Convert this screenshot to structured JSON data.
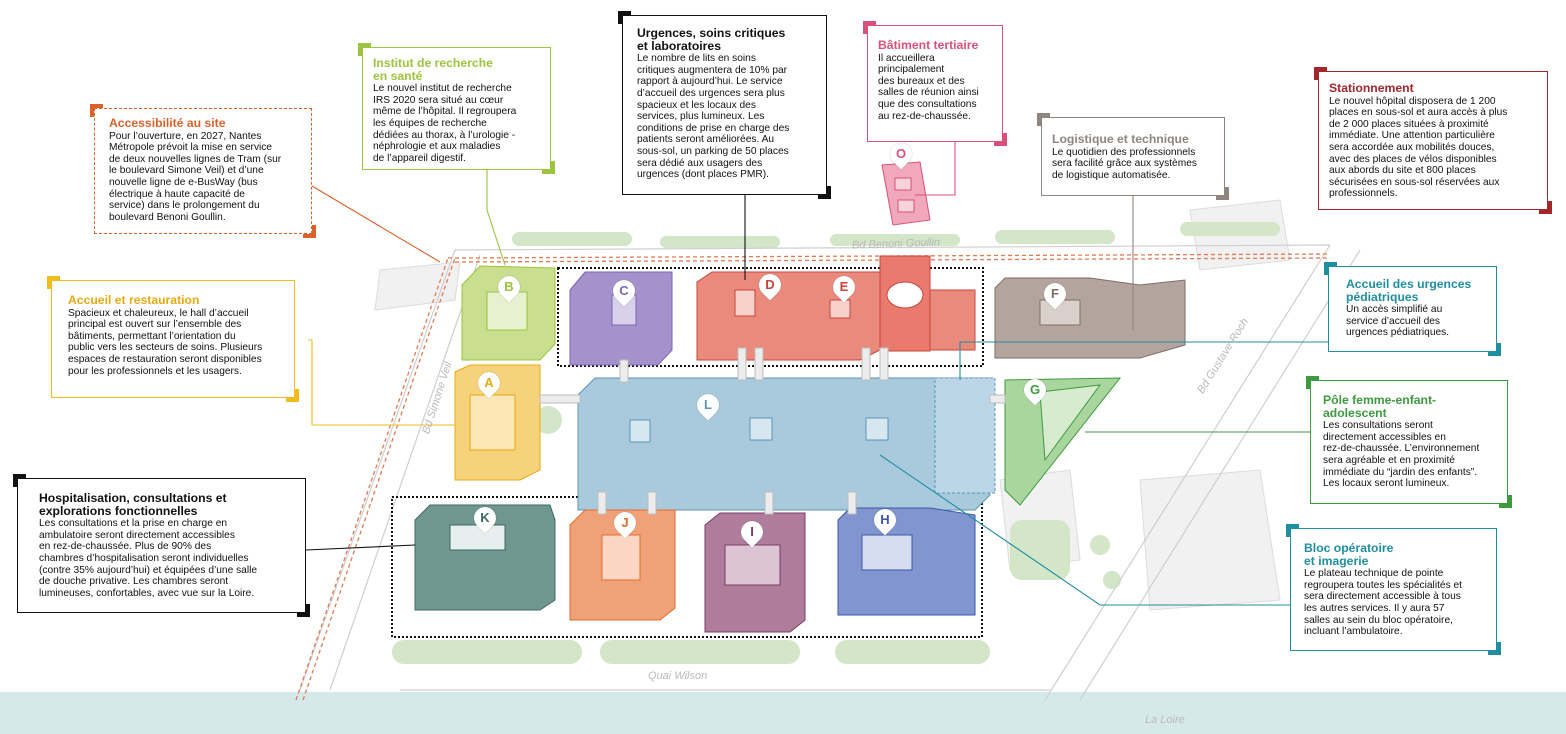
{
  "callouts": {
    "accessibilite": {
      "title": "Accessibilité au site",
      "text": "Pour l’ouverture, en 2027, Nantes\nMétropole prévoit la mise en service\nde deux nouvelles lignes de Tram (sur\nle boulevard Simone Veil) et d’une\nnouvelle ligne de e-BusWay (bus\nélectrique à haute capacité de\nservice) dans le prolongement du\nboulevard Benoni Goullin."
    },
    "institut": {
      "title": "Institut de recherche\nen santé",
      "text": "Le nouvel institut de recherche\nIRS 2020 sera situé au cœur\nmême de l’hôpital. Il regroupera\nles équipes de recherche\ndédiées au thorax, à l’urologie -\nnéphrologie et aux maladies\nde l’appareil digestif."
    },
    "urgences": {
      "title": "Urgences, soins critiques\net laboratoires",
      "text": "Le nombre de lits en soins\ncritiques augmentera de 10% par\nrapport à aujourd’hui. Le service\nd’accueil des urgences sera plus\nspacieux et les locaux des\nservices, plus lumineux. Les\nconditions de prise en charge des\npatients seront améliorées. Au\nsous-sol, un parking de 50 places\nsera dédié aux usagers des\nurgences (dont places PMR)."
    },
    "tertiaire": {
      "title": "Bâtiment tertiaire",
      "text": "Il accueillera\nprincipalement\ndes bureaux et des\nsalles de réunion ainsi\nque des consultations\nau rez-de-chaussée."
    },
    "logistique": {
      "title": "Logistique et technique",
      "text": "Le quotidien des professionnels\nsera facilité grâce aux systèmes\nde logistique automatisée."
    },
    "stationnement": {
      "title": "Stationnement",
      "text": "Le nouvel hôpital disposera de 1 200\nplaces en sous-sol et aura accès à plus\nde 2 000 places situées à proximité\nimmédiate. Une attention particulière\nsera accordée aux mobilités douces,\navec des places de vélos disponibles\naux abords du site et 800 places\nsécurisées en sous-sol réservées aux\nprofessionnels."
    },
    "accueil": {
      "title": "Accueil et restauration",
      "text": "Spacieux et chaleureux, le hall d’accueil\nprincipal est ouvert sur l’ensemble des\nbâtiments, permettant l’orientation du\npublic vers les secteurs de soins. Plusieurs\nespaces de restauration seront disponibles\npour les professionnels et les usagers."
    },
    "pediatriques": {
      "title": "Accueil des urgences\npédiatriques",
      "text": "Un accès simplifié au\nservice d’accueil des\nurgences pédiatriques."
    },
    "femme": {
      "title": "Pôle femme-enfant-\nadolescent",
      "text": "Les consultations seront\ndirectement accessibles en\nrez-de-chaussée. L’environnement\nsera agréable et en proximité\nimmédiate du “jardin des enfants”.\nLes locaux seront lumineux."
    },
    "hospitalisation": {
      "title": "Hospitalisation, consultations et\nexplorations fonctionnelles",
      "text": "Les consultations et la prise en charge en\nambulatoire seront directement accessibles\nen rez-de-chaussée. Plus de 90% des\nchambres d’hospitalisation seront individuelles\n(contre 35% aujourd’hui) et équipées d’une salle\nde douche privative. Les chambres seront\nlumineuses, confortables, avec vue sur la Loire."
    },
    "bloc": {
      "title": "Bloc opératoire\net imagerie",
      "text": "Le plateau technique de pointe\nregroupera toutes les spécialités et\nsera directement accessible à tous\nles autres services. Il y aura 57\nsalles au sein du bloc opératoire,\nincluant l’ambulatoire."
    }
  },
  "buildings": {
    "a": "A",
    "b": "B",
    "c": "C",
    "d": "D",
    "e": "E",
    "f": "F",
    "g": "G",
    "h": "H",
    "i": "I",
    "j": "J",
    "k": "K",
    "l": "L",
    "o": "O"
  },
  "streets": {
    "benoni": "Bd Benoni Goullin",
    "simone": "Bd Simone Veil",
    "gustave": "Bd Gustave Roch",
    "quai": "Quai Wilson",
    "loire": "La Loire"
  },
  "colors": {
    "orange_dark": "#d9622b",
    "lime": "#9cc43c",
    "black": "#111111",
    "pink": "#d9507a",
    "gray": "#8f8580",
    "maroon": "#a2262a",
    "yellow": "#f2bc1d",
    "teal": "#1f8ea0",
    "green": "#3d9a3e",
    "bld_b": "#c9de8e",
    "bld_c": "#a592cd",
    "bld_d": "#e98a7d",
    "bld_f": "#b3a49d",
    "bld_a": "#f6d27a",
    "bld_l": "#a9c9dd",
    "bld_g": "#a8d69d",
    "bld_k": "#6f9690",
    "bld_j": "#f1a178",
    "bld_i": "#b07c9b",
    "bld_h": "#8196cf",
    "bld_o": "#f2a8bc",
    "river": "#d6e9ea"
  }
}
